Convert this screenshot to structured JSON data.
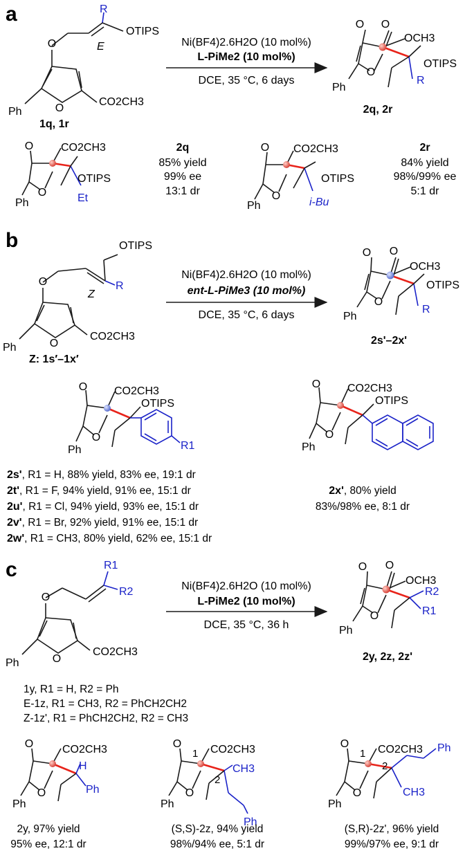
{
  "colors": {
    "bond": "#1a1a1a",
    "highlight_bond": "#e8231a",
    "substituent": "#1a22c8",
    "stereocenter": "#e05a4e",
    "stereocenter_b": "#6a7fd8"
  },
  "panel_a": {
    "label": "a",
    "substrate": {
      "r_label": "R",
      "geometry_label": "E",
      "otips": "OTIPS",
      "ester": "CO2CH3",
      "ph": "Ph",
      "compound_ids": "1q, 1r"
    },
    "conditions": {
      "catalyst": "Ni(BF4)2.6H2O (10 mol%)",
      "ligand": "L-PiMe2 (10 mol%)",
      "solvent": "DCE, 35 °C, 6 days"
    },
    "product": {
      "ester": "OCH3",
      "otips": "OTIPS",
      "r_label": "R",
      "ph": "Ph",
      "compound_ids": "2q, 2r"
    },
    "examples": [
      {
        "id": "2q",
        "group": "Et",
        "ester": "CO2CH3",
        "otips": "OTIPS",
        "ph": "Ph",
        "yield": "85% yield",
        "ee": "99% ee",
        "dr": "13:1 dr"
      },
      {
        "id": "2r",
        "group": "i-Bu",
        "ester": "CO2CH3",
        "otips": "OTIPS",
        "ph": "Ph",
        "yield": "84% yield",
        "ee": "98%/99% ee",
        "dr": "5:1 dr"
      }
    ]
  },
  "panel_b": {
    "label": "b",
    "substrate": {
      "otips": "OTIPS",
      "r_label": "R",
      "geometry_label": "Z",
      "ester": "CO2CH3",
      "ph": "Ph",
      "compound_ids": "Z: 1s′–1x′"
    },
    "conditions": {
      "catalyst": "Ni(BF4)2.6H2O (10 mol%)",
      "ligand": "ent-L-PiMe3 (10 mol%)",
      "solvent": "DCE, 35 °C, 6 days"
    },
    "product": {
      "ester": "OCH3",
      "otips": "OTIPS",
      "r_label": "R",
      "ph": "Ph",
      "compound_ids": "2s'–2x'"
    },
    "aryl_example": {
      "ester": "CO2CH3",
      "otips": "OTIPS",
      "ph": "Ph",
      "r1": "R1"
    },
    "aryl_results": [
      {
        "id": "2s'",
        "text": ", R1 = H, 88% yield, 83% ee, 19:1 dr"
      },
      {
        "id": "2t'",
        "text": ", R1 = F, 94% yield, 91% ee, 15:1 dr"
      },
      {
        "id": "2u'",
        "text": ", R1 = Cl, 94% yield, 93% ee, 15:1 dr"
      },
      {
        "id": "2v'",
        "text": ", R1 = Br, 92% yield, 91% ee, 15:1 dr"
      },
      {
        "id": "2w'",
        "text": ", R1 = CH3, 80% yield, 62% ee, 15:1 dr"
      }
    ],
    "naphthyl_example": {
      "id": "2x'",
      "ester": "CO2CH3",
      "otips": "OTIPS",
      "ph": "Ph",
      "yield": ", 80% yield",
      "ee_dr": "83%/98% ee, 8:1 dr"
    }
  },
  "panel_c": {
    "label": "c",
    "substrate": {
      "r1": "R1",
      "r2": "R2",
      "ester": "CO2CH3",
      "ph": "Ph"
    },
    "substrate_defs": [
      "1y, R1 = H, R2 = Ph",
      "E-1z, R1 = CH3, R2 = PhCH2CH2",
      "Z-1z', R1 = PhCH2CH2, R2 = CH3"
    ],
    "conditions": {
      "catalyst": "Ni(BF4)2.6H2O (10 mol%)",
      "ligand": "L-PiMe2 (10 mol%)",
      "solvent": "DCE, 35 °C, 36 h"
    },
    "product": {
      "ester": "OCH3",
      "r1": "R1",
      "r2": "R2",
      "ph": "Ph",
      "compound_ids": "2y, 2z, 2z'"
    },
    "examples": [
      {
        "id": "2y",
        "line1": "2y, 97% yield",
        "line2": "95% ee, 12:1 dr",
        "ester": "CO2CH3",
        "h": "H",
        "group": "Ph",
        "ph": "Ph"
      },
      {
        "id": "(S,S)-2z",
        "line1": "(S,S)-2z, 94% yield",
        "line2": "98%/94% ee, 5:1 dr",
        "ester": "CO2CH3",
        "group": "CH3",
        "chain_ph": "Ph",
        "ph": "Ph",
        "locant1": "1",
        "locant2": "2"
      },
      {
        "id": "(S,R)-2z'",
        "line1": "(S,R)-2z', 96% yield",
        "line2": "99%/97% ee, 9:1 dr",
        "ester": "CO2CH3",
        "group": "CH3",
        "chain_ph": "Ph",
        "ph": "Ph",
        "locant1": "1",
        "locant2": "2"
      }
    ]
  }
}
